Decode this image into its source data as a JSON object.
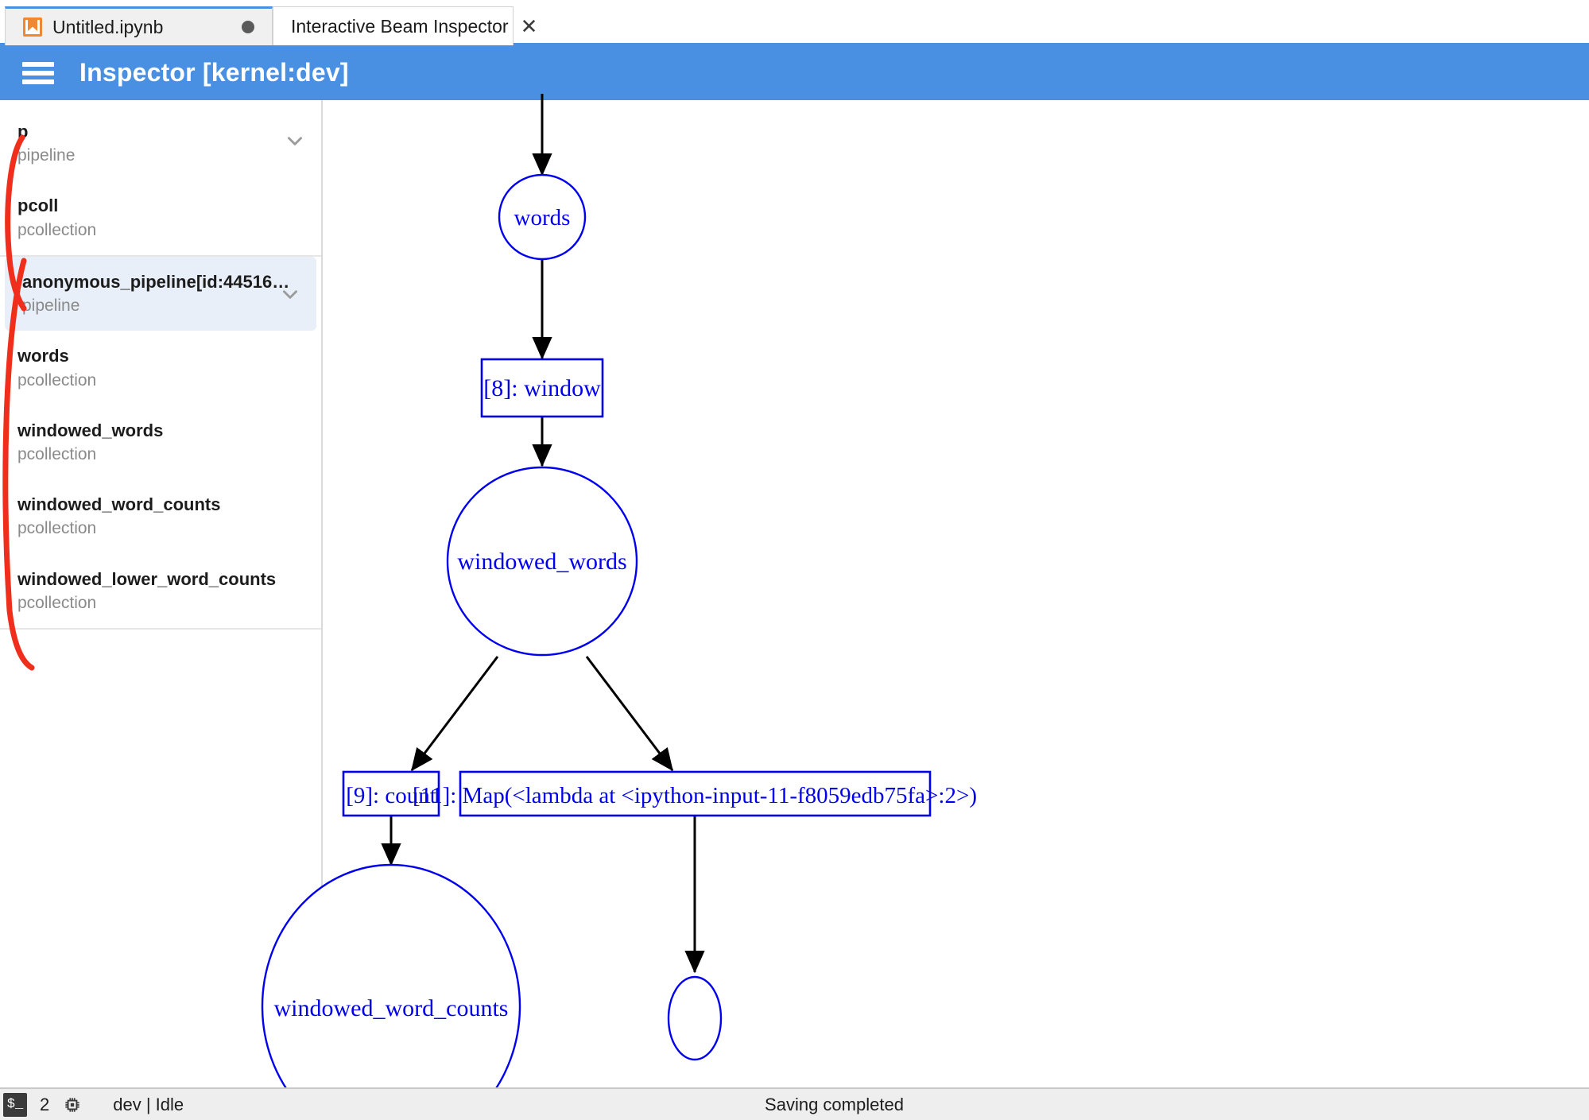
{
  "tabs": [
    {
      "label": "Untitled.ipynb",
      "icon": "notebook-icon",
      "state": "unsaved-dot",
      "active": false
    },
    {
      "label": "Interactive Beam Inspector",
      "icon": "close-icon",
      "state": "closeable",
      "active": true
    }
  ],
  "header": {
    "menu_icon": "hamburger-icon",
    "title": "Inspector [kernel:dev]",
    "background": "#4a90e2"
  },
  "sidebar": {
    "groups": [
      {
        "items": [
          {
            "name": "p",
            "type": "pipeline",
            "expandable": true,
            "selected": false
          },
          {
            "name": "pcoll",
            "type": "pcollection",
            "expandable": false,
            "selected": false
          }
        ]
      },
      {
        "items": [
          {
            "name": "anonymous_pipeline[id:44516…",
            "type": "pipeline",
            "expandable": true,
            "selected": true
          },
          {
            "name": "words",
            "type": "pcollection",
            "expandable": false,
            "selected": false
          },
          {
            "name": "windowed_words",
            "type": "pcollection",
            "expandable": false,
            "selected": false
          },
          {
            "name": "windowed_word_counts",
            "type": "pcollection",
            "expandable": false,
            "selected": false
          },
          {
            "name": "windowed_lower_word_counts",
            "type": "pcollection",
            "expandable": false,
            "selected": false
          }
        ]
      }
    ],
    "selected_background": "#e9eff9",
    "annotation_color": "#ef2f1b"
  },
  "graph": {
    "node_color": "#0000ee",
    "edge_color": "#000000",
    "nodes": [
      {
        "id": "words",
        "shape": "ellipse",
        "label": "words"
      },
      {
        "id": "window",
        "shape": "box",
        "label": "[8]: window"
      },
      {
        "id": "windowed_words",
        "shape": "ellipse",
        "label": "windowed_words"
      },
      {
        "id": "count",
        "shape": "box",
        "label": "[9]: count"
      },
      {
        "id": "map",
        "shape": "box",
        "label": "[11]: Map(<lambda at <ipython-input-11-f8059edb75fa>:2>)"
      },
      {
        "id": "windowed_word_counts",
        "shape": "ellipse",
        "label": "windowed_word_counts"
      },
      {
        "id": "clipped_node",
        "shape": "ellipse",
        "label": ""
      }
    ],
    "edges": [
      {
        "from": "input",
        "to": "words"
      },
      {
        "from": "words",
        "to": "window"
      },
      {
        "from": "window",
        "to": "windowed_words"
      },
      {
        "from": "windowed_words",
        "to": "count"
      },
      {
        "from": "windowed_words",
        "to": "map"
      },
      {
        "from": "count",
        "to": "windowed_word_counts"
      },
      {
        "from": "map",
        "to": "clipped_node"
      }
    ]
  },
  "statusbar": {
    "terminal_glyph": "$_",
    "terminal_count": "2",
    "kernel_status": "dev | Idle",
    "message": "Saving completed"
  }
}
